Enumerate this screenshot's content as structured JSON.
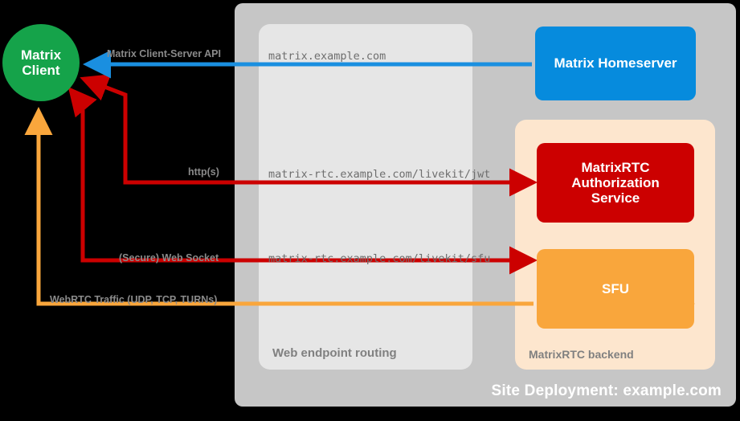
{
  "diagram": {
    "title": "Site Deployment: example.com",
    "containers": {
      "site": {
        "label": "Site Deployment: example.com",
        "color": "#c6c6c6"
      },
      "routing": {
        "label": "Web endpoint routing",
        "color": "#e6e6e6"
      },
      "backend": {
        "label": "MatrixRTC backend",
        "color": "#fde6ce"
      }
    },
    "nodes": {
      "client": {
        "line1": "Matrix",
        "line2": "Client",
        "color": "#15a34a"
      },
      "homeserver": {
        "label": "Matrix Homeserver",
        "color": "#068bdd"
      },
      "auth": {
        "line1": "MatrixRTC",
        "line2": "Authorization",
        "line3": "Service",
        "color": "#cc0000"
      },
      "sfu": {
        "label": "SFU",
        "color": "#f9a63c"
      }
    },
    "endpoints": [
      {
        "url": "matrix.example.com"
      },
      {
        "url": "matrix-rtc.example.com/livekit/jwt"
      },
      {
        "url": "matrix-rtc.example.com/livekit/sfu"
      }
    ],
    "flows": [
      {
        "label": "Matrix Client-Server API",
        "color": "#1a8fe0",
        "direction": "to-client"
      },
      {
        "label": "http(s)",
        "color": "#cc0000",
        "direction": "to-client"
      },
      {
        "label": "(Secure) Web Socket",
        "color": "#cc0000",
        "direction": "to-client"
      },
      {
        "label": "WebRTC Traffic (UDP, TCP, TURNs)",
        "color": "#f9a63c",
        "direction": "to-client"
      }
    ]
  }
}
